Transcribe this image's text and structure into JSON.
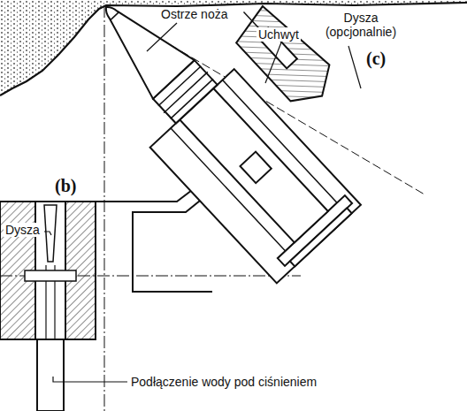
{
  "diagram": {
    "labels": [
      "Ostrze noża",
      "Uchwyt",
      "Dysza (opcjonalnie)",
      "(c)",
      "Dysza",
      "(b)",
      "Podłączenie wody pod ciśnieniem"
    ]
  }
}
